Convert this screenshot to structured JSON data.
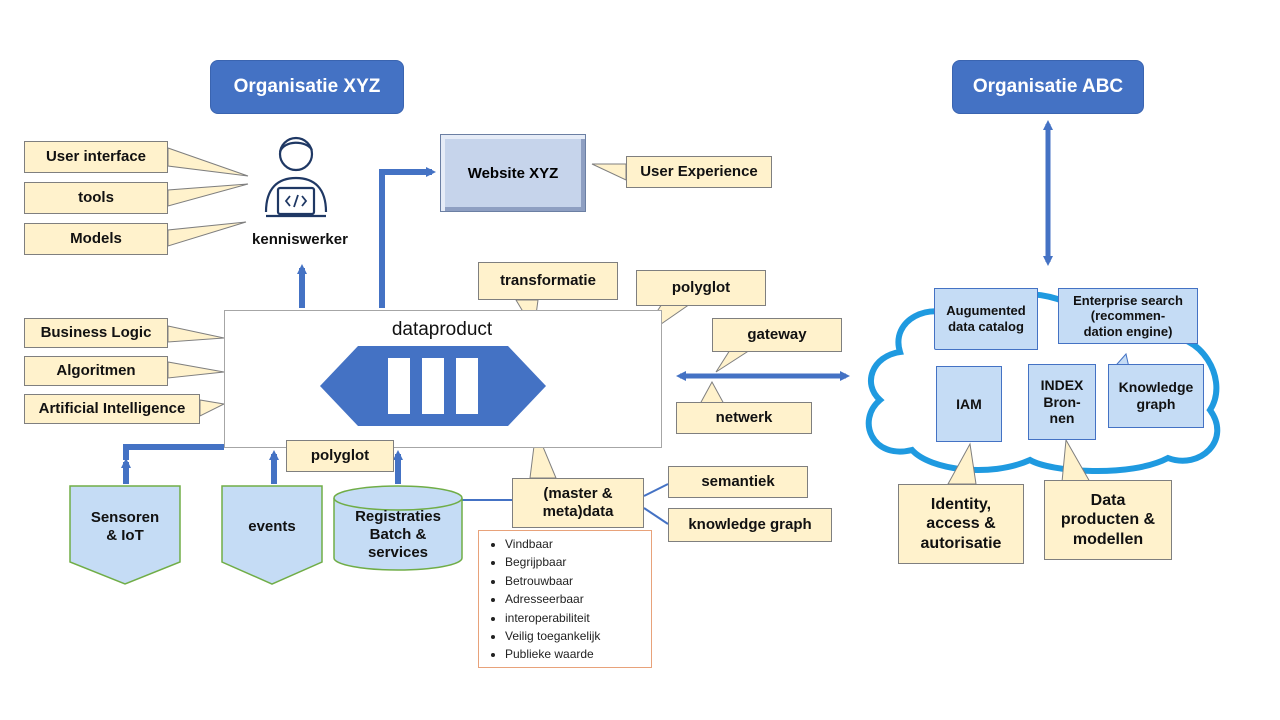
{
  "organizations": {
    "xyz": "Organisatie XYZ",
    "abc": "Organisatie ABC"
  },
  "worker_label": "kenniswerker",
  "worker_labels": [
    "User interface",
    "tools",
    "Models"
  ],
  "website": {
    "label": "Website XYZ",
    "experience": "User Experience"
  },
  "dataproduct": {
    "title": "dataproduct",
    "left_labels": [
      "Business Logic",
      "Algoritmen",
      "Artificial  Intelligence"
    ],
    "transformatie": "transformatie",
    "polyglot_top": "polyglot",
    "polyglot_bottom": "polyglot",
    "gateway": "gateway",
    "netwerk": "netwerk"
  },
  "sources": {
    "sensors": "Sensoren\n& IoT",
    "events": "events",
    "registraties": "Registraties\nBatch &\nservices"
  },
  "data": {
    "master_meta": "(master &\nmeta)data",
    "semantiek": "semantiek",
    "knowledge_graph": "knowledge graph"
  },
  "checklist": [
    "Vindbaar",
    "Begrijpbaar",
    "Betrouwbaar",
    "Adresseerbaar",
    "interoperabiliteit",
    "Veilig toegankelijk",
    "Publieke waarde"
  ],
  "cloud": {
    "catalog": "Augumented\ndata catalog",
    "search": "Enterprise search\n(recommen-\ndation engine)",
    "iam": "IAM",
    "index": "INDEX\nBron-\nnen",
    "knowledge_graph": "Knowledge\ngraph",
    "identity": "Identity,\naccess &\nautorisatie",
    "data_producten": "Data\nproducten &\nmodellen"
  },
  "colors": {
    "arrow": "#4472c4",
    "org_fill": "#4472c4",
    "label_fill": "#fff2cc",
    "doc_fill": "#c5dcf5",
    "cloud_stroke": "#1f9ae0"
  },
  "icons": [
    "person-laptop-icon",
    "chevron-pipe-icon",
    "cloud-icon"
  ]
}
